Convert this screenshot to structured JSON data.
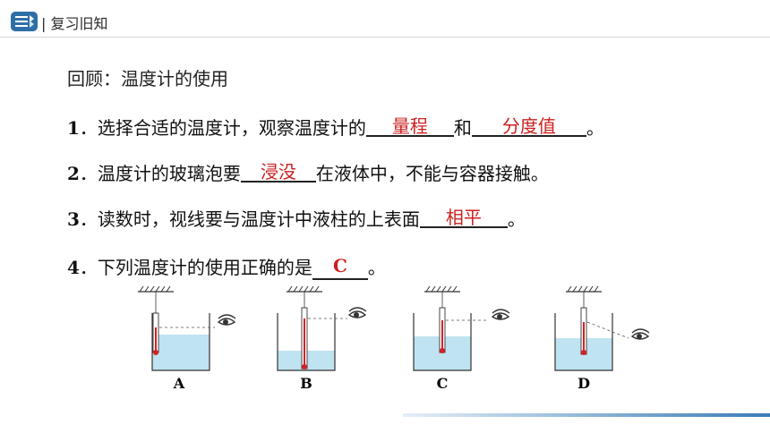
{
  "header": {
    "title": "| 复习旧知",
    "icon": "book-icon"
  },
  "review_title": "回顾：温度计的使用",
  "questions": [
    {
      "num": "1",
      "pre": "．选择合适的温度计，观察温度计的",
      "blank1": "量程",
      "mid": "和",
      "blank2": "分度值",
      "post": "。"
    },
    {
      "num": "2",
      "pre": "．温度计的玻璃泡要",
      "blank1": "浸没",
      "post": "在液体中，不能与容器接触。"
    },
    {
      "num": "3",
      "pre": "．读数时，视线要与温度计中液柱的上表面",
      "blank1": "相平",
      "post": "。"
    },
    {
      "num": "4",
      "pre": "．下列温度计的使用正确的是",
      "blank1": "C",
      "post": "。"
    }
  ],
  "figure": {
    "labels": [
      "A",
      "B",
      "C",
      "D"
    ]
  },
  "colors": {
    "answer": "#cc2020",
    "water": "#bfe3f0",
    "accent": "#3a7bb5"
  }
}
